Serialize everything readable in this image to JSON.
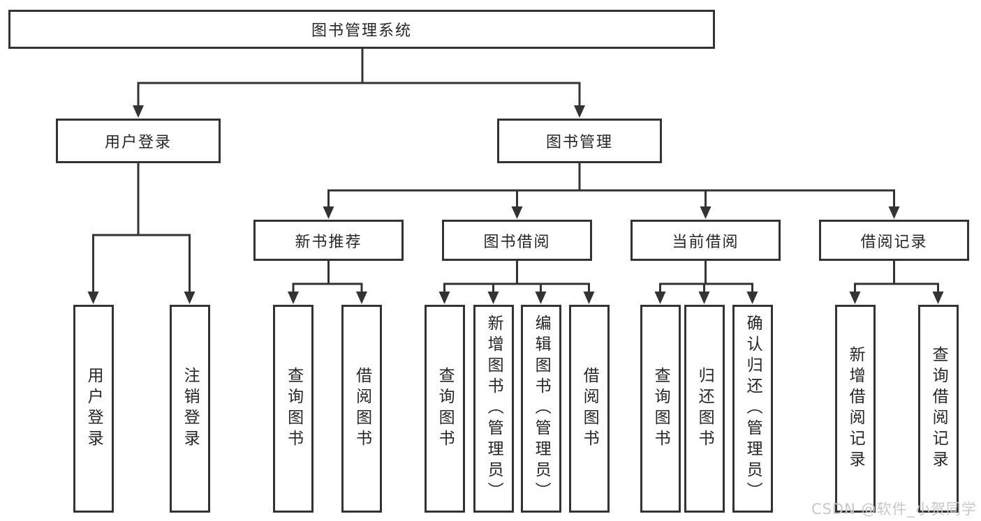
{
  "diagram": {
    "root": {
      "label": "图书管理系统"
    },
    "level2": [
      {
        "label": "用户登录"
      },
      {
        "label": "图书管理"
      }
    ],
    "level3": [
      {
        "label": "新书推荐"
      },
      {
        "label": "图书借阅"
      },
      {
        "label": "当前借阅"
      },
      {
        "label": "借阅记录"
      }
    ],
    "leaves": {
      "user_login": [
        {
          "label": "用户登录"
        },
        {
          "label": "注销登录"
        }
      ],
      "new_book_recommend": [
        {
          "label": "查询图书"
        },
        {
          "label": "借阅图书"
        }
      ],
      "book_borrow": [
        {
          "label": "查询图书"
        },
        {
          "label": "新增图书（管理员）"
        },
        {
          "label": "编辑图书（管理员）"
        },
        {
          "label": "借阅图书"
        }
      ],
      "current_borrow": [
        {
          "label": "查询图书"
        },
        {
          "label": "归还图书"
        },
        {
          "label": "确认归还（管理员）"
        }
      ],
      "borrow_record": [
        {
          "label": "新增借阅记录"
        },
        {
          "label": "查询借阅记录"
        }
      ]
    },
    "watermark": "CSDN @软件_小贺同学",
    "colors": {
      "line": "#333333",
      "box_border": "#333333",
      "text": "#262626",
      "watermark": "#c8c8c8",
      "background": "#ffffff"
    }
  }
}
